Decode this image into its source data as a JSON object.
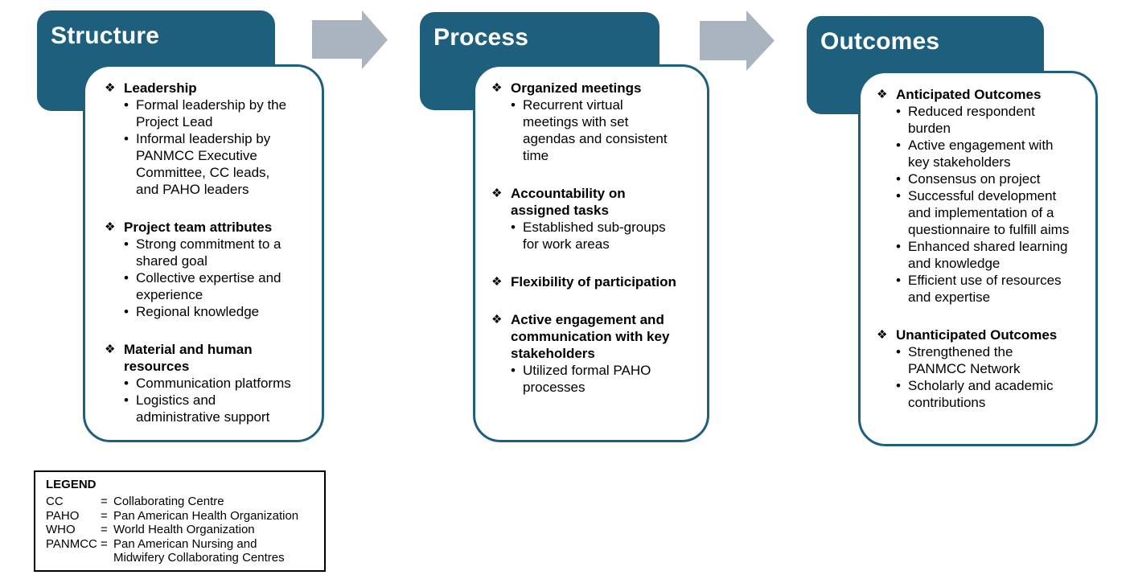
{
  "diagram": {
    "heading_marker": "❖",
    "bullet_marker": "•",
    "columns": [
      {
        "title": "Structure",
        "sections": [
          {
            "heading": "Leadership",
            "bullets": [
              "Formal leadership by the Project Lead",
              "Informal leadership by PANMCC Executive Committee, CC leads, and PAHO leaders"
            ]
          },
          {
            "heading": "Project team attributes",
            "bullets": [
              "Strong commitment to a shared goal",
              "Collective expertise and experience",
              "Regional knowledge"
            ]
          },
          {
            "heading": "Material and human resources",
            "bullets": [
              "Communication platforms",
              "Logistics and administrative support"
            ]
          }
        ]
      },
      {
        "title": "Process",
        "sections": [
          {
            "heading": "Organized meetings",
            "bullets": [
              "Recurrent virtual meetings with set agendas and consistent time"
            ]
          },
          {
            "heading": "Accountability on assigned tasks",
            "bullets": [
              "Established sub-groups for work areas"
            ]
          },
          {
            "heading": "Flexibility of participation",
            "bullets": []
          },
          {
            "heading": "Active engagement and communication with key stakeholders",
            "bullets": [
              "Utilized formal PAHO processes"
            ]
          }
        ]
      },
      {
        "title": "Outcomes",
        "sections": [
          {
            "heading": "Anticipated Outcomes",
            "bullets": [
              "Reduced respondent burden",
              "Active engagement with key stakeholders",
              "Consensus on project",
              "Successful development and implementation of a questionnaire to fulfill aims",
              "Enhanced shared learning and knowledge",
              "Efficient use of resources and expertise"
            ]
          },
          {
            "heading": "Unanticipated Outcomes",
            "bullets": [
              "Strengthened the PANMCC Network",
              "Scholarly and academic contributions"
            ]
          }
        ]
      }
    ]
  },
  "legend": {
    "title": "LEGEND",
    "separator": "=",
    "entries": [
      {
        "term": "CC",
        "definition": "Collaborating Centre"
      },
      {
        "term": "PAHO",
        "definition": "Pan American Health Organization"
      },
      {
        "term": "WHO",
        "definition": "World Health Organization"
      },
      {
        "term": "PANMCC",
        "definition": "Pan American Nursing and Midwifery Collaborating Centres"
      }
    ]
  },
  "colors": {
    "header_teal": "#1E5F7E",
    "panel_border": "#1E5F7E",
    "arrow_gray": "#A9B4BF",
    "text_black": "#000000",
    "title_white": "#FFFFFF",
    "background": "#FFFFFF",
    "legend_border": "#000000"
  }
}
